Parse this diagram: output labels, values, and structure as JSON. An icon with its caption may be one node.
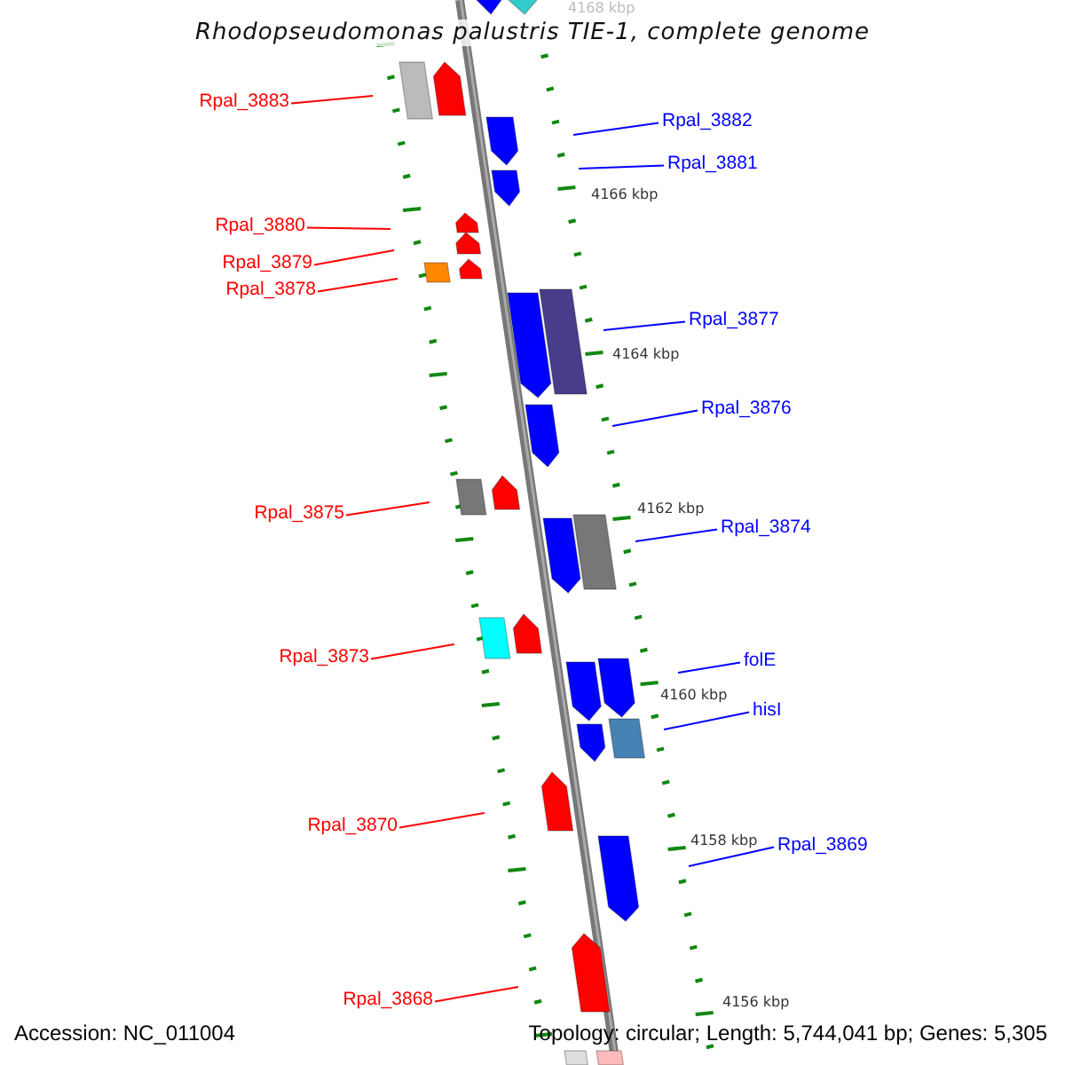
{
  "diagram": {
    "title": "Rhodopseudomonas palustris TIE-1, complete genome",
    "nodes": [
      {
        "text": [
          "Rpal_3883"
        ]
      },
      {
        "text": [
          "Rpal_3882"
        ]
      },
      {
        "text": [
          "Rpal_3881"
        ]
      },
      {
        "text": [
          "Rpal_3880"
        ]
      },
      {
        "text": [
          "Rpal_3879"
        ]
      },
      {
        "text": [
          "Rpal_3878"
        ]
      },
      {
        "text": [
          "Rpal_3877"
        ]
      },
      {
        "text": [
          "Rpal_3876"
        ]
      },
      {
        "text": [
          "Rpal_3875"
        ]
      },
      {
        "text": [
          "Rpal_3874"
        ]
      },
      {
        "text": [
          "Rpal_3873"
        ]
      },
      {
        "text": [
          "folE"
        ]
      },
      {
        "text": [
          "hisI"
        ]
      },
      {
        "text": [
          "Rpal_3870"
        ]
      },
      {
        "text": [
          "Rpal_3869"
        ]
      },
      {
        "text": [
          "Rpal_3868"
        ]
      }
    ],
    "edges": [
      {
        "from": 0,
        "to": null,
        "arrow": "none",
        "color": "#ff0000"
      },
      {
        "from": 1,
        "to": null,
        "arrow": "none",
        "color": "#0000ff"
      },
      {
        "from": 2,
        "to": null,
        "arrow": "none",
        "color": "#0000ff"
      },
      {
        "from": 3,
        "to": null,
        "arrow": "none",
        "color": "#ff0000"
      },
      {
        "from": 4,
        "to": null,
        "arrow": "none",
        "color": "#ff0000"
      },
      {
        "from": 5,
        "to": null,
        "arrow": "none",
        "color": "#ff0000"
      },
      {
        "from": 6,
        "to": null,
        "arrow": "none",
        "color": "#0000ff"
      },
      {
        "from": 7,
        "to": null,
        "arrow": "none",
        "color": "#0000ff"
      },
      {
        "from": 8,
        "to": null,
        "arrow": "none",
        "color": "#ff0000"
      },
      {
        "from": 9,
        "to": null,
        "arrow": "none",
        "color": "#0000ff"
      },
      {
        "from": 10,
        "to": null,
        "arrow": "none",
        "color": "#ff0000"
      },
      {
        "from": 11,
        "to": null,
        "arrow": "none",
        "color": "#0000ff"
      },
      {
        "from": 12,
        "to": null,
        "arrow": "none",
        "color": "#0000ff"
      },
      {
        "from": 13,
        "to": null,
        "arrow": "none",
        "color": "#ff0000"
      },
      {
        "from": 14,
        "to": null,
        "arrow": "none",
        "color": "#0000ff"
      },
      {
        "from": 15,
        "to": null,
        "arrow": "none",
        "color": "#ff0000"
      }
    ],
    "labels": [
      "4168 kbp",
      "4166 kbp",
      "4164 kbp",
      "4162 kbp",
      "4160 kbp",
      "4158 kbp",
      "4156 kbp",
      "Accession: NC_011004",
      "Topology: circular; Length: 5,744,041 bp; Genes: 5,305"
    ]
  }
}
